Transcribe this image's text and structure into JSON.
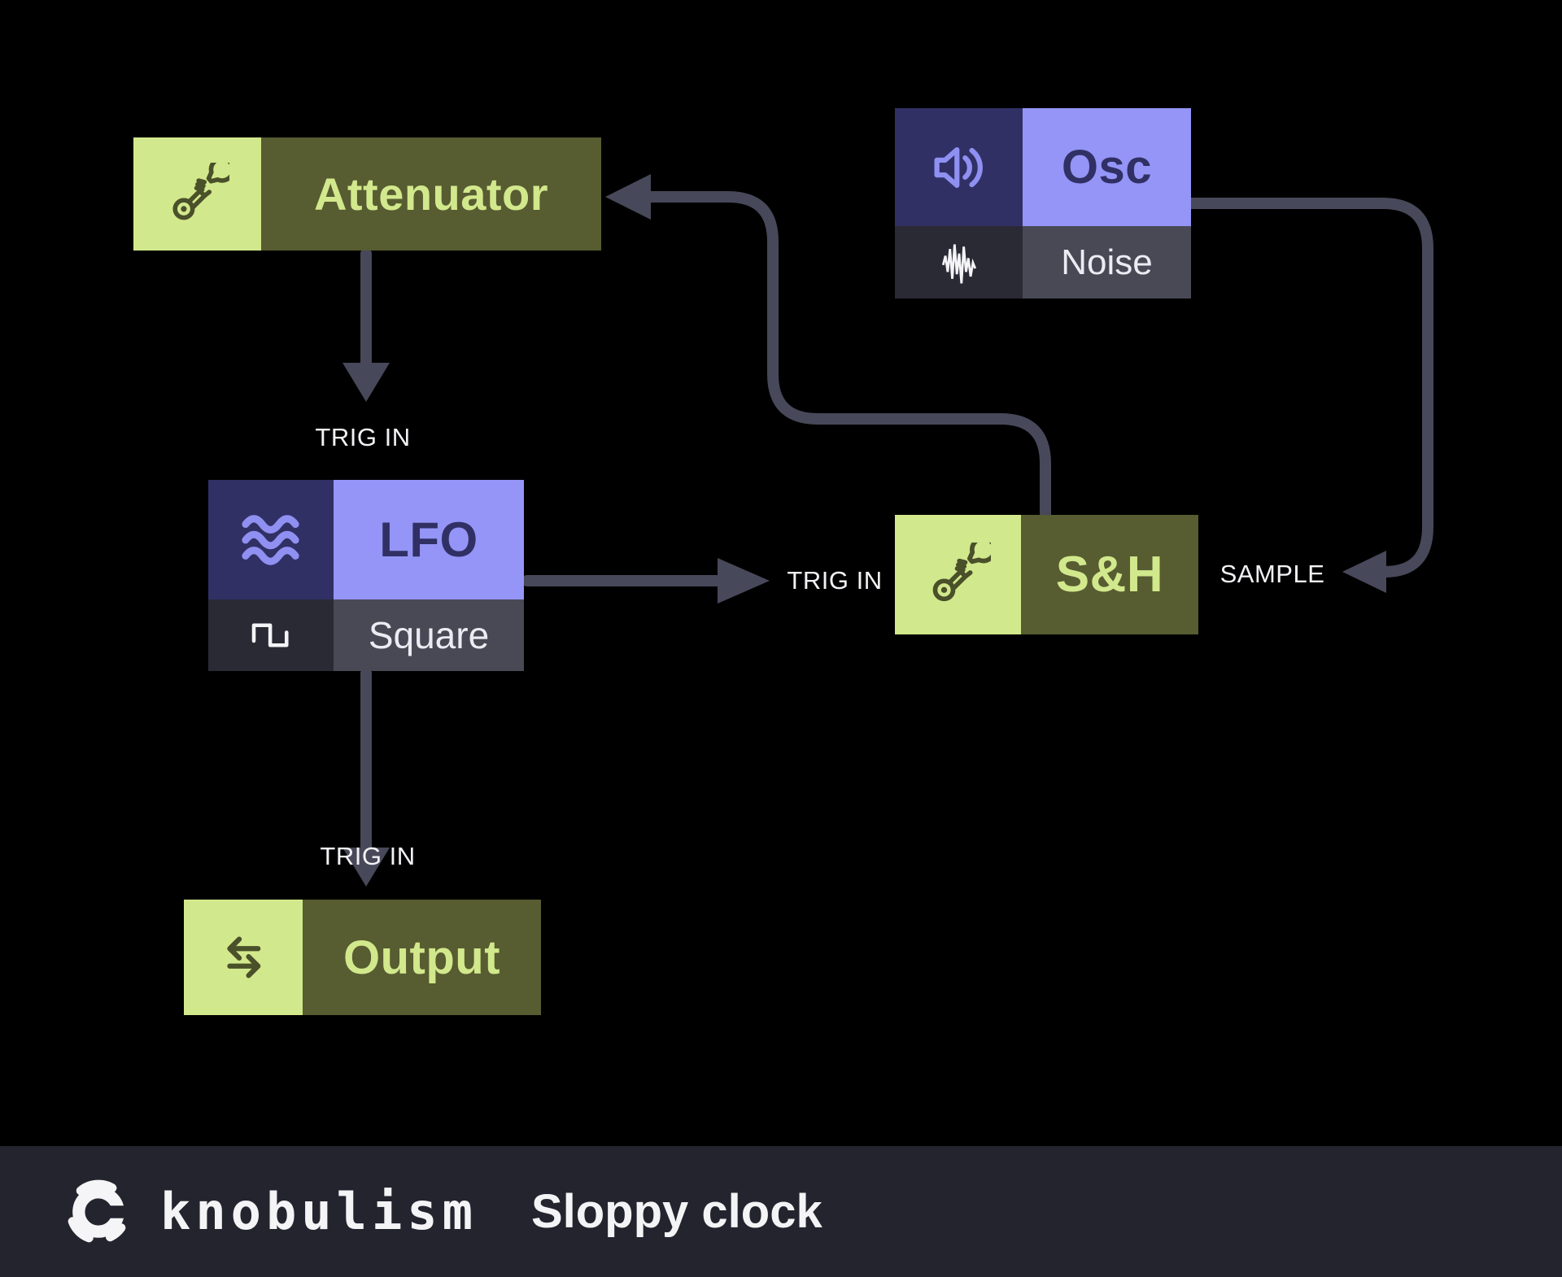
{
  "diagram": {
    "modules": {
      "attenuator": {
        "label": "Attenuator",
        "icon": "wrench"
      },
      "osc": {
        "label": "Osc",
        "icon": "speaker",
        "variant": {
          "label": "Noise",
          "icon": "noise-wave"
        }
      },
      "lfo": {
        "label": "LFO",
        "icon": "waves",
        "variant": {
          "label": "Square",
          "icon": "square-wave"
        }
      },
      "sample_hold": {
        "label": "S&H",
        "icon": "wrench"
      },
      "output": {
        "label": "Output",
        "icon": "transfer-arrows"
      }
    },
    "port_labels": {
      "lfo_trig_in": "TRIG IN",
      "sh_trig_in": "TRIG IN",
      "sh_sample": "SAMPLE",
      "output_trig_in": "TRIG IN"
    },
    "connections": [
      {
        "from": "attenuator",
        "to": "lfo",
        "port": "TRIG IN"
      },
      {
        "from": "lfo",
        "to": "sample_hold",
        "port": "TRIG IN"
      },
      {
        "from": "osc",
        "to": "sample_hold",
        "port": "SAMPLE"
      },
      {
        "from": "sample_hold",
        "to": "attenuator",
        "port": ""
      },
      {
        "from": "lfo",
        "to": "output",
        "port": "TRIG IN"
      }
    ],
    "colors": {
      "background": "#000000",
      "green_light": "#d2e88c",
      "green_dark": "#575c31",
      "purple_light": "#9495f6",
      "purple_dark": "#303065",
      "gray_icon": "#2a2a35",
      "gray_label": "#494956",
      "connector": "#474859",
      "footer_bg": "#24242f",
      "text_light": "#f2f2f6"
    }
  },
  "footer": {
    "brand": "knobulism",
    "patch_title": "Sloppy clock"
  }
}
